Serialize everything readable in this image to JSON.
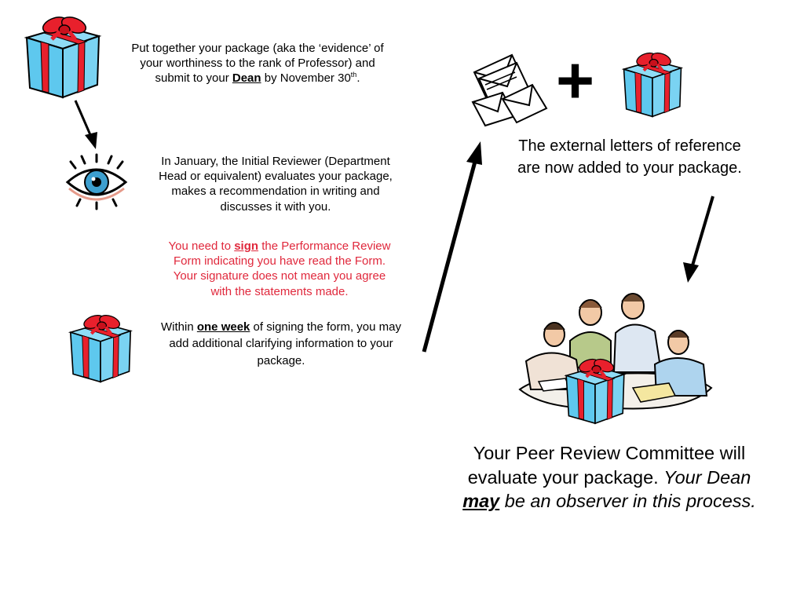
{
  "step1": {
    "before": "Put together your package (aka the ‘evidence’ of your worthiness to the rank of Professor) and submit to your ",
    "dean": "Dean",
    "after": " by November 30",
    "sup": "th",
    "end": "."
  },
  "step2": {
    "text": "In January, the Initial Reviewer (Department Head or equivalent) evaluates your package, makes a recommendation in writing and discusses it with you."
  },
  "sign_note": {
    "before": "You need to ",
    "sign": "sign",
    "after": " the Performance Review Form indicating you have read the Form. Your signature does not mean you agree with the statements made."
  },
  "week_note": {
    "before": "Within ",
    "week": "one week",
    "after": " of signing the form, you may add additional clarifying information to your package."
  },
  "plus": "+",
  "external": {
    "text": "The external letters of reference are now added to your package."
  },
  "committee": {
    "before": "Your Peer Review Committee will evaluate your package. ",
    "dean_ital": "Your Dean ",
    "may": "may",
    "after": " be an observer in this process."
  },
  "colors": {
    "gift_blue": "#5ec8ee",
    "gift_red": "#e8202c",
    "note_red": "#e0283c"
  },
  "icons": [
    "gift-icon",
    "eye-icon",
    "envelopes-icon",
    "meeting-people-illustration"
  ]
}
